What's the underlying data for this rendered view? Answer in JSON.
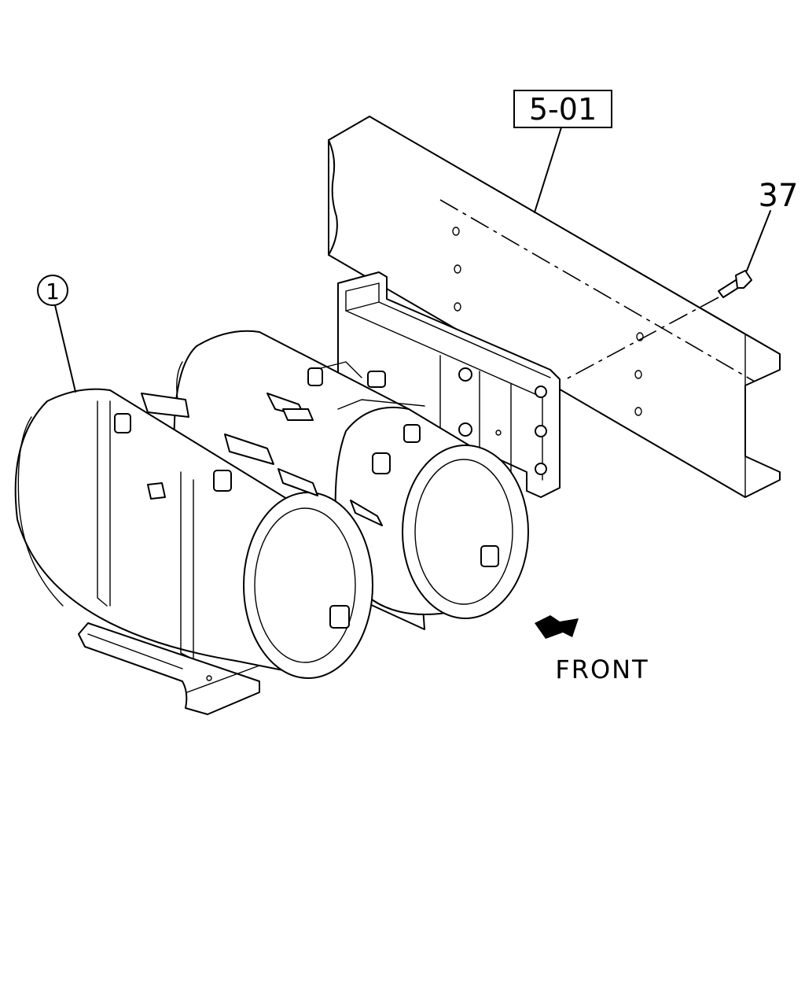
{
  "callouts": {
    "frame_ref": "5-01",
    "bolt_ref": "37",
    "tank_ref": "1"
  },
  "direction": {
    "front_label": "FRONT"
  }
}
